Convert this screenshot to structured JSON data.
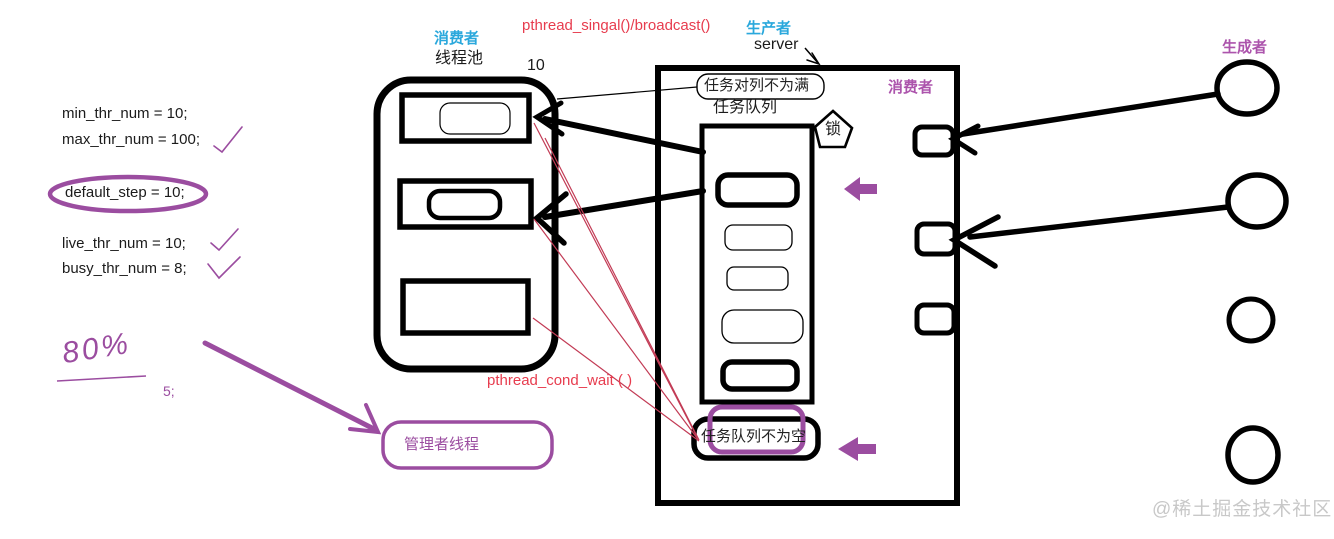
{
  "colors": {
    "cyan": "#2AA8DC",
    "red_text": "#E73C4E",
    "red_line": "#C23B55",
    "purple": "#9B4DA0",
    "magenta": "#AC54AC",
    "ink": "#1B1B1B",
    "watermark_gray": "#C8C8C8"
  },
  "left_panel": {
    "lines": [
      "min_thr_num = 10;",
      "max_thr_num = 100;",
      "default_step = 10;",
      "live_thr_num = 10;",
      "busy_thr_num = 8;"
    ],
    "percent_note": "80%",
    "step_note": "5;"
  },
  "thread_pool": {
    "role_label": "消费者",
    "title": "线程池",
    "count": "10"
  },
  "top": {
    "signal_api": "pthread_singal()/broadcast()",
    "producer_label": "生产者",
    "server_label": "server"
  },
  "server": {
    "queue_not_full": "任务对列不为满",
    "queue_title": "任务队列",
    "lock_label": "锁",
    "consumer_label": "消费者",
    "queue_not_empty": "任务队列不为空"
  },
  "middle": {
    "wait_api": "pthread_cond_wait ( )"
  },
  "manager": {
    "label": "管理者线程"
  },
  "producers": {
    "label": "生成者"
  },
  "watermark": "@稀土掘金技术社区"
}
